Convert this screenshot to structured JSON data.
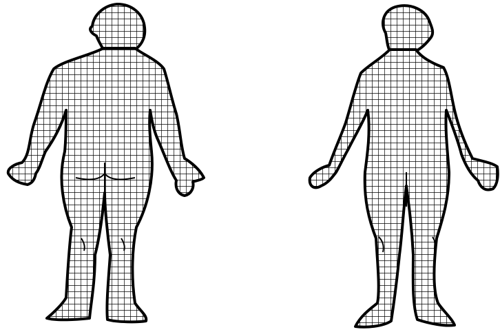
{
  "figure": {
    "background_color": "#ffffff",
    "line_color": "#000000",
    "fill_style": "grid-hatch",
    "figures": [
      {
        "view": "back"
      },
      {
        "view": "front"
      }
    ]
  }
}
